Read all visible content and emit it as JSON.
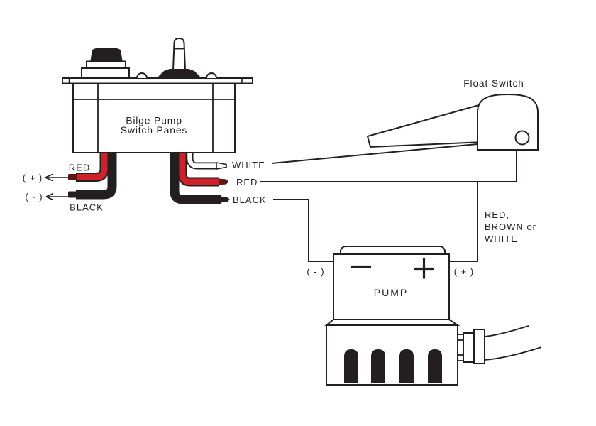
{
  "colors": {
    "ink": "#231f20",
    "wire_red": "#cf2127",
    "wire_red_tip": "#5a1717",
    "wire_black": "#231f20",
    "wire_white": "#ffffff",
    "background": "#ffffff"
  },
  "switch_panel": {
    "label_line1": "Bilge Pump",
    "label_line2": "Switch Panes"
  },
  "panel_wires": {
    "left": {
      "red_label": "RED",
      "black_label": "BLACK",
      "positive_label": "( + )",
      "negative_label": "( - )"
    },
    "right": {
      "white_label": "WHITE",
      "red_label": "RED",
      "black_label": "BLACK"
    }
  },
  "float_switch": {
    "label": "Float Switch",
    "wire_color_note": [
      "RED,",
      "BROWN or",
      "WHITE"
    ]
  },
  "pump": {
    "label": "PUMP",
    "negative_label": "( - )",
    "positive_label": "( + )"
  }
}
